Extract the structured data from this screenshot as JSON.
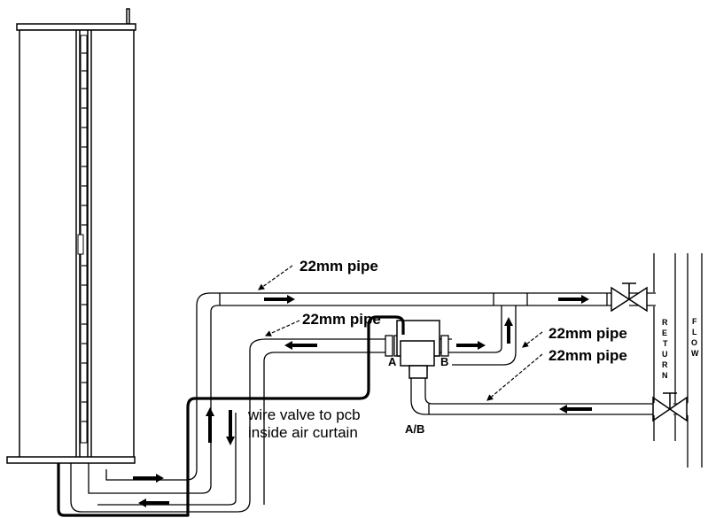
{
  "labels": {
    "pipe_top": "22mm pipe",
    "pipe_mid_left": "22mm pipe",
    "pipe_mid_right": "22mm pipe",
    "pipe_lower_right": "22mm pipe",
    "wire_note_line1": "wire valve to pcb",
    "wire_note_line2": "inside air curtain",
    "port_a": "A",
    "port_b": "B",
    "port_ab": "A/B"
  },
  "vertical_labels": {
    "return": [
      "R",
      "E",
      "T",
      "U",
      "R",
      "N"
    ],
    "flow": [
      "F",
      "L",
      "O",
      "W"
    ]
  },
  "colors": {
    "line": "#000000",
    "background": "#ffffff"
  }
}
